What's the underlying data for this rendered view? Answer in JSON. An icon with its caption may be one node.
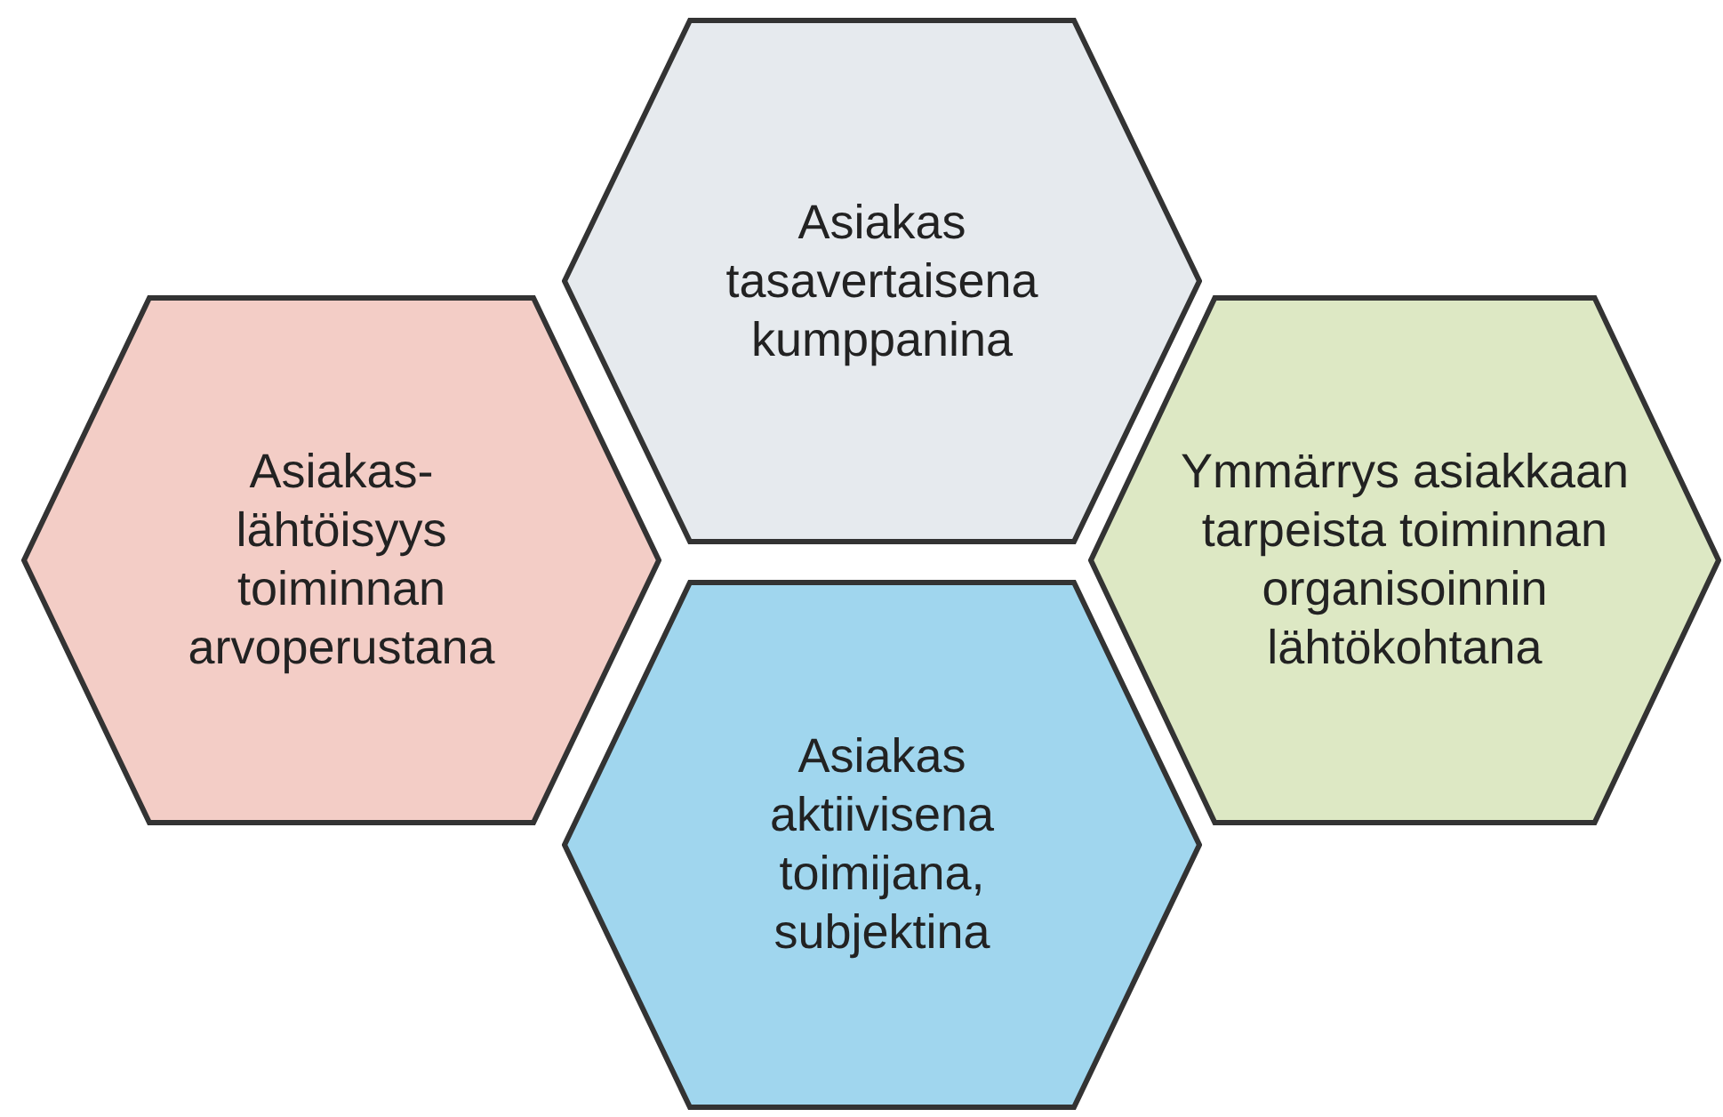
{
  "diagram": {
    "nodes": [
      {
        "text": [
          "Asiakas tasavertaisena kumppanina"
        ]
      },
      {
        "text": [
          "Asiakas- lähtöisyys toiminnan arvoperustana"
        ]
      },
      {
        "text": [
          "Ymmärrys asiakkaan tarpeista toiminnan organisoinnin lähtökohtana"
        ]
      },
      {
        "text": [
          "Asiakas aktiivisena toimijana, subjektina"
        ]
      }
    ],
    "edges": []
  }
}
